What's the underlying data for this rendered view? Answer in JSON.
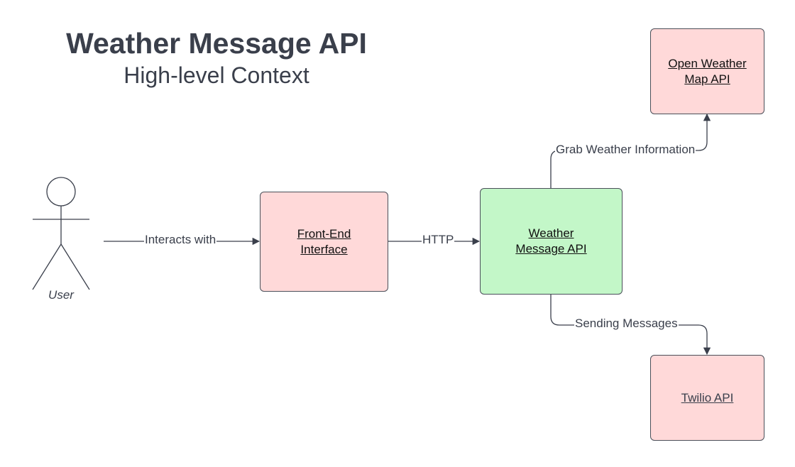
{
  "diagram": {
    "title": "Weather Message API",
    "subtitle": "High-level Context",
    "actor": {
      "label": "User"
    },
    "nodes": {
      "frontend": {
        "line1": "Front-End",
        "line2": "Interface"
      },
      "api": {
        "line1": "Weather",
        "line2": "Message API"
      },
      "openweather": {
        "line1": "Open Weather",
        "line2": "Map API"
      },
      "twilio": {
        "line1": "Twilio API"
      }
    },
    "edges": {
      "user_frontend": "Interacts with",
      "frontend_api": "HTTP",
      "api_openweather": "Grab Weather Information",
      "api_twilio": "Sending Messages"
    },
    "colors": {
      "external_box": "#ffd9d9",
      "core_box": "#c3f7c8",
      "line": "#3a3f4b"
    }
  }
}
